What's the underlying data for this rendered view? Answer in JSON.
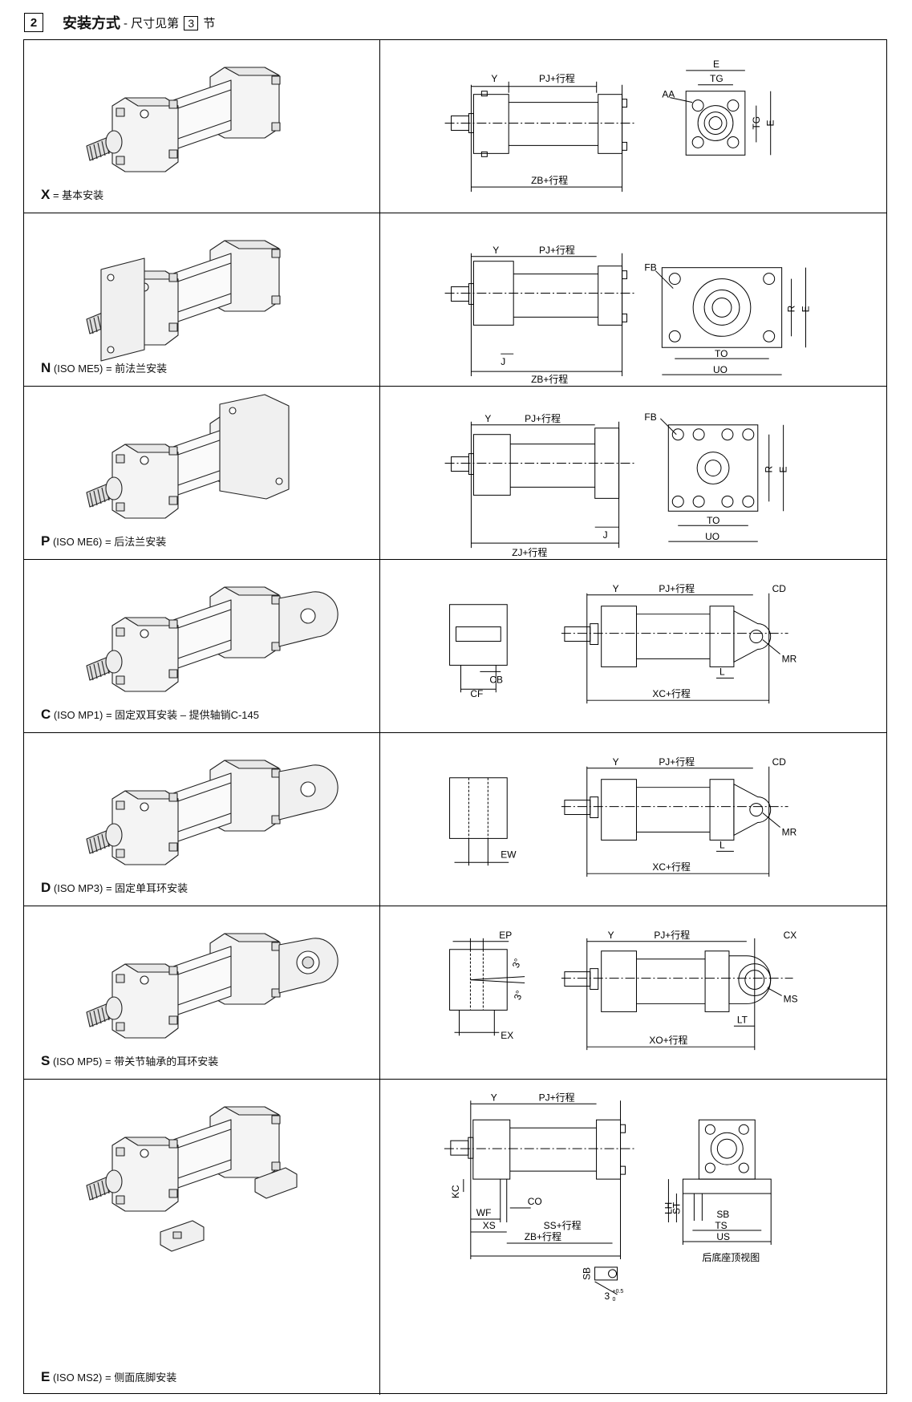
{
  "header": {
    "section_number": "2",
    "title": "安装方式",
    "subtitle_prefix": "- 尺寸见第",
    "subtitle_ref": "3",
    "subtitle_suffix": "节"
  },
  "rows": [
    {
      "code": "X",
      "iso": "",
      "desc": "= 基本安装"
    },
    {
      "code": "N",
      "iso": "(ISO ME5)",
      "desc": "= 前法兰安装"
    },
    {
      "code": "P",
      "iso": "(ISO ME6)",
      "desc": "= 后法兰安装"
    },
    {
      "code": "C",
      "iso": "(ISO MP1)",
      "desc": "= 固定双耳安装 – 提供轴销C-145"
    },
    {
      "code": "D",
      "iso": "(ISO MP3)",
      "desc": "= 固定单耳环安装"
    },
    {
      "code": "S",
      "iso": "(ISO MP5)",
      "desc": "= 带关节轴承的耳环安装"
    },
    {
      "code": "E",
      "iso": "(ISO MS2)",
      "desc": "= 侧面底脚安装"
    }
  ],
  "dims": {
    "x": {
      "y": "Y",
      "pj": "PJ+行程",
      "zb": "ZB+行程",
      "e": "E",
      "tg_h": "TG",
      "tg_v": "TG",
      "e_v": "E",
      "aa": "AA"
    },
    "n": {
      "y": "Y",
      "pj": "PJ+行程",
      "zb": "ZB+行程",
      "j": "J",
      "fb": "FB",
      "r": "R",
      "e": "E",
      "to": "TO",
      "uo": "UO"
    },
    "p": {
      "y": "Y",
      "pj": "PJ+行程",
      "zj": "ZJ+行程",
      "j": "J",
      "fb": "FB",
      "r": "R",
      "e": "E",
      "to": "TO",
      "uo": "UO"
    },
    "c": {
      "y": "Y",
      "pj": "PJ+行程",
      "xc": "XC+行程",
      "cd": "CD",
      "mr": "MR",
      "l": "L",
      "cb": "CB",
      "cf": "CF"
    },
    "d": {
      "y": "Y",
      "pj": "PJ+行程",
      "xc": "XC+行程",
      "cd": "CD",
      "mr": "MR",
      "l": "L",
      "ew": "EW"
    },
    "s": {
      "y": "Y",
      "pj": "PJ+行程",
      "xo": "XO+行程",
      "cx": "CX",
      "ms": "MS",
      "lt": "LT",
      "ep": "EP",
      "ex": "EX",
      "a1": "3°",
      "a2": "3°"
    },
    "e": {
      "y": "Y",
      "pj": "PJ+行程",
      "kc": "KC",
      "wf": "WF",
      "co": "CO",
      "xs": "XS",
      "ss": "SS+行程",
      "zb": "ZB+行程",
      "lh": "LH",
      "st": "ST",
      "sb": "SB",
      "ts": "TS",
      "us": "US",
      "sb2": "SB",
      "ang": "3",
      "ang_sup": "+0.5",
      "ang_sub": "0",
      "view": "后底座顶视图"
    }
  }
}
